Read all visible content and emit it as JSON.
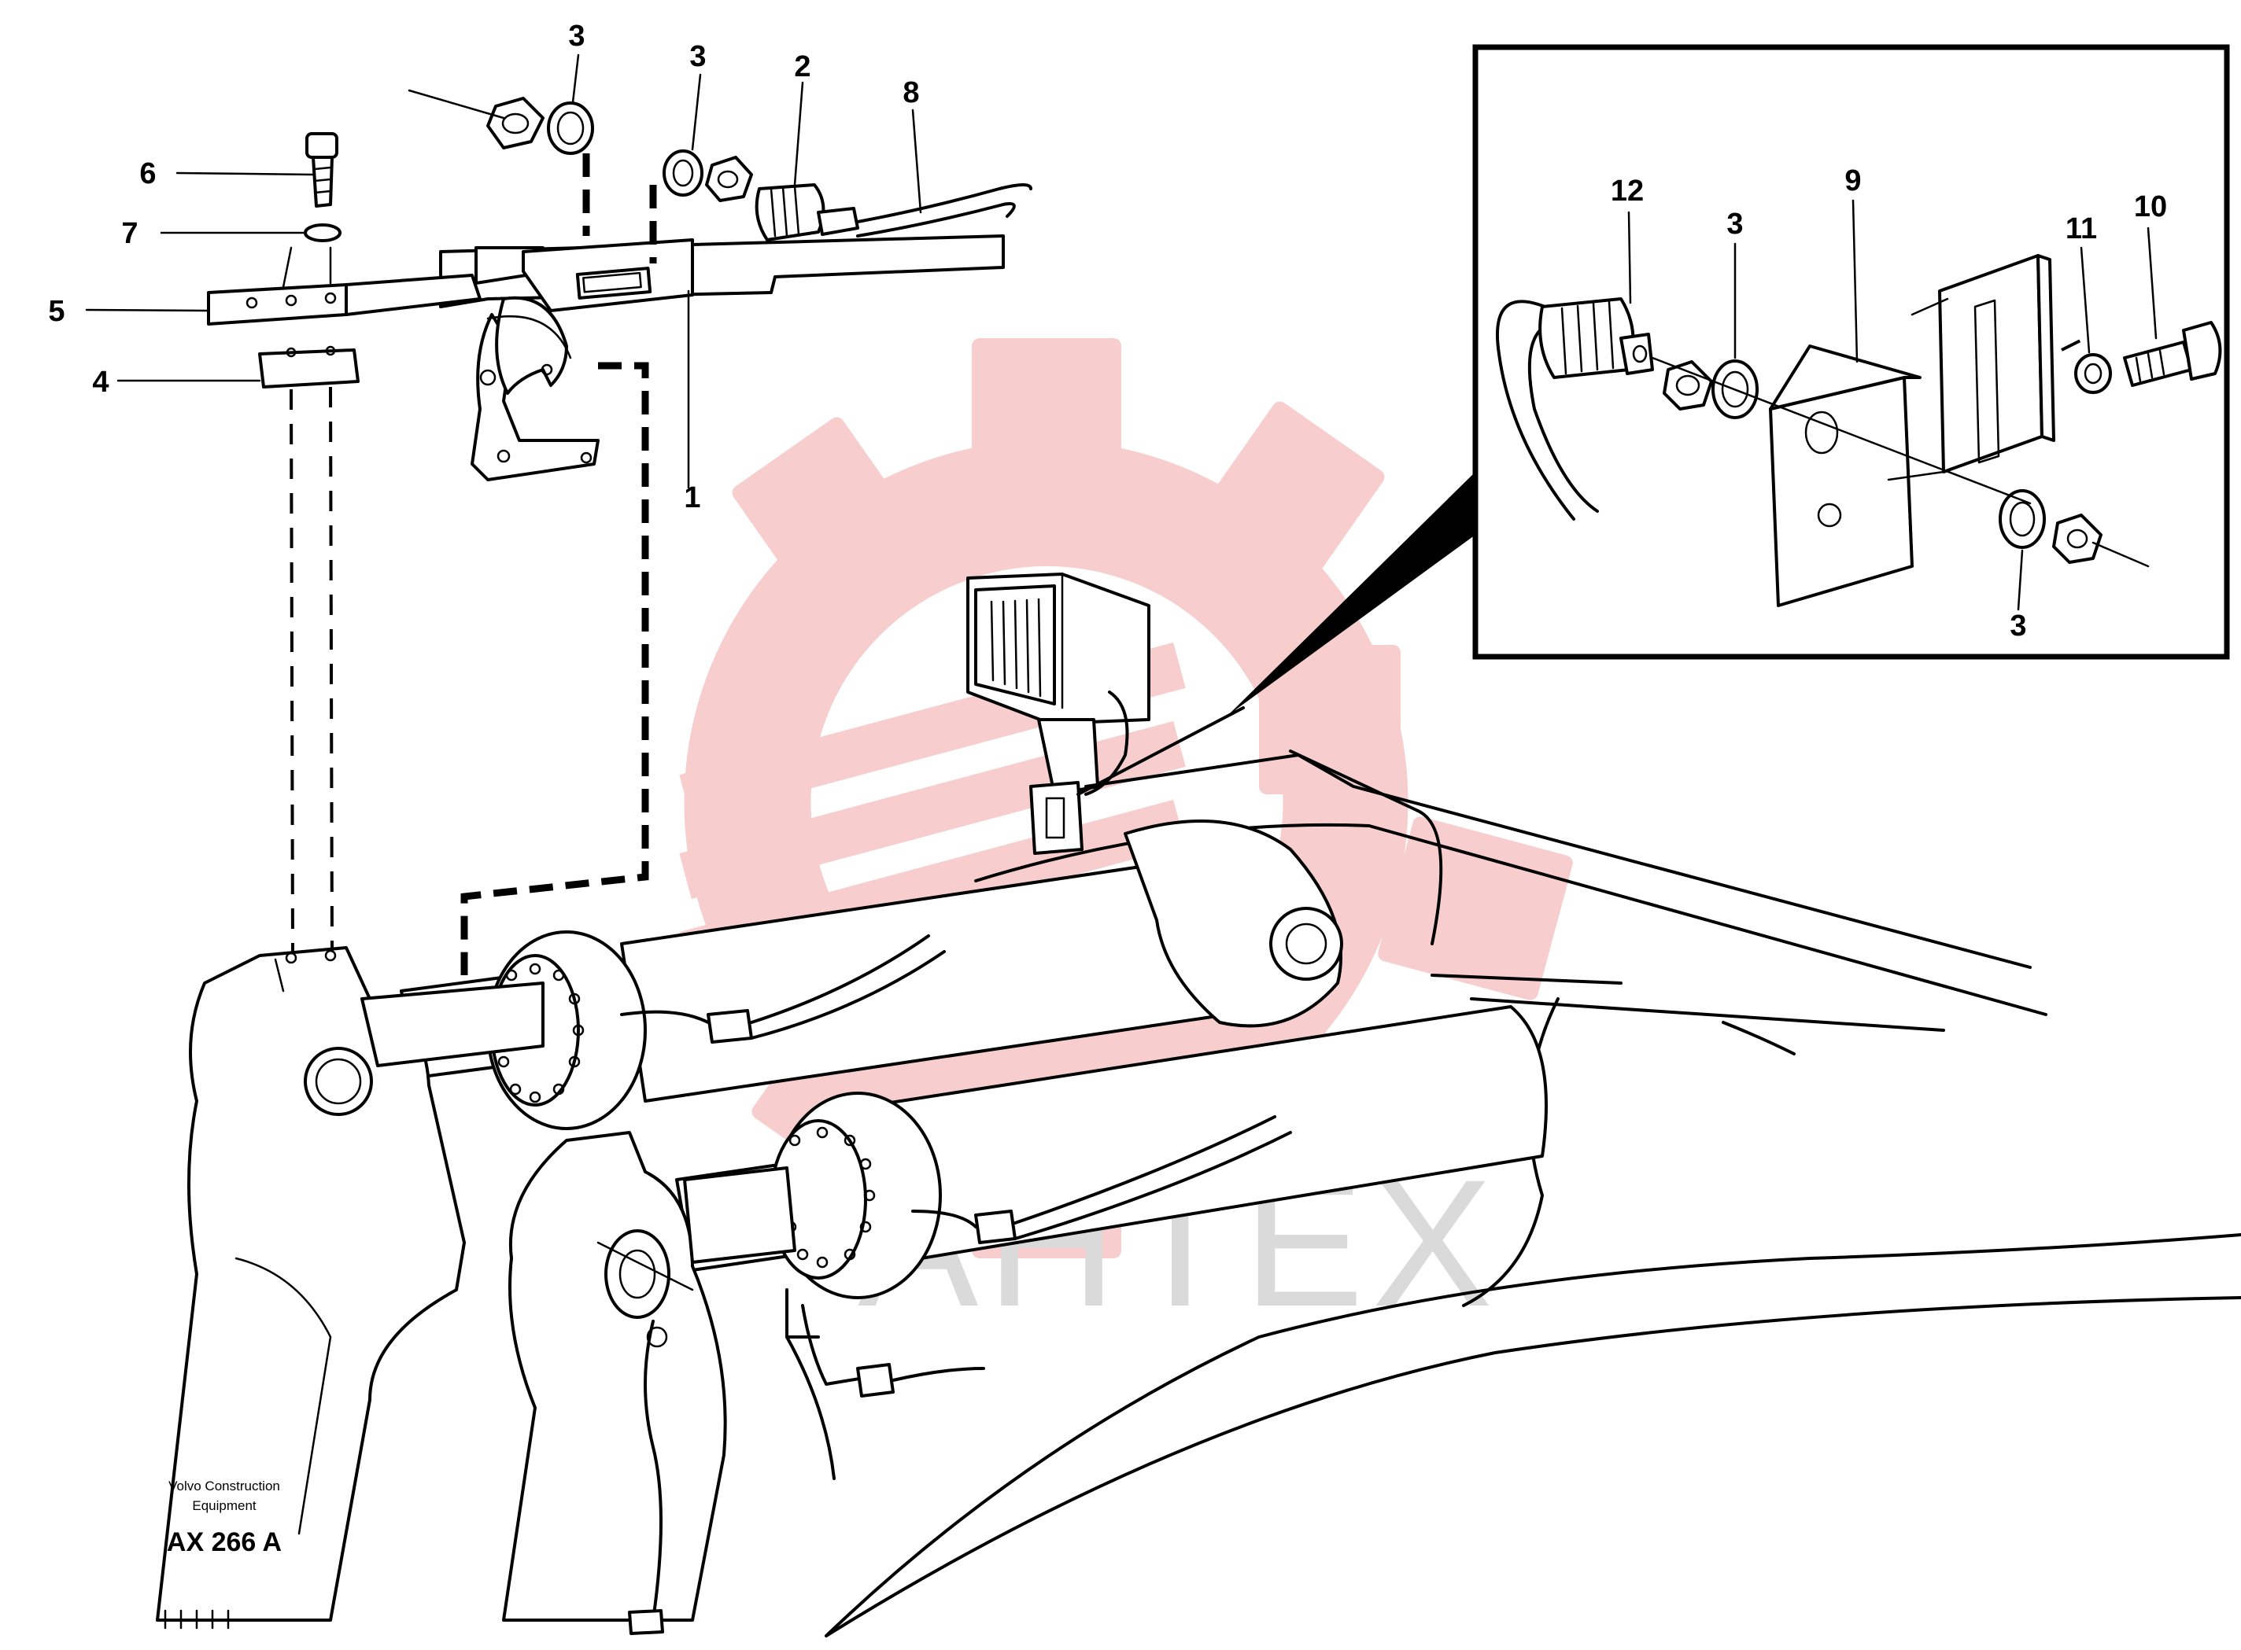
{
  "callouts": {
    "c1": "1",
    "c2": "2",
    "c3a": "3",
    "c3b": "3",
    "c4": "4",
    "c5": "5",
    "c6": "6",
    "c7": "7",
    "c8": "8",
    "inset": {
      "c12": "12",
      "c3top": "3",
      "c9": "9",
      "c11": "11",
      "c10": "10",
      "c3bottom": "3"
    }
  },
  "brand": {
    "line1": "Volvo Construction",
    "line2": "Equipment",
    "code": "AX 266 A"
  },
  "watermark": {
    "text": "AHTEX",
    "color": "#f7c8c8",
    "text_color": "#d6d6d6"
  }
}
